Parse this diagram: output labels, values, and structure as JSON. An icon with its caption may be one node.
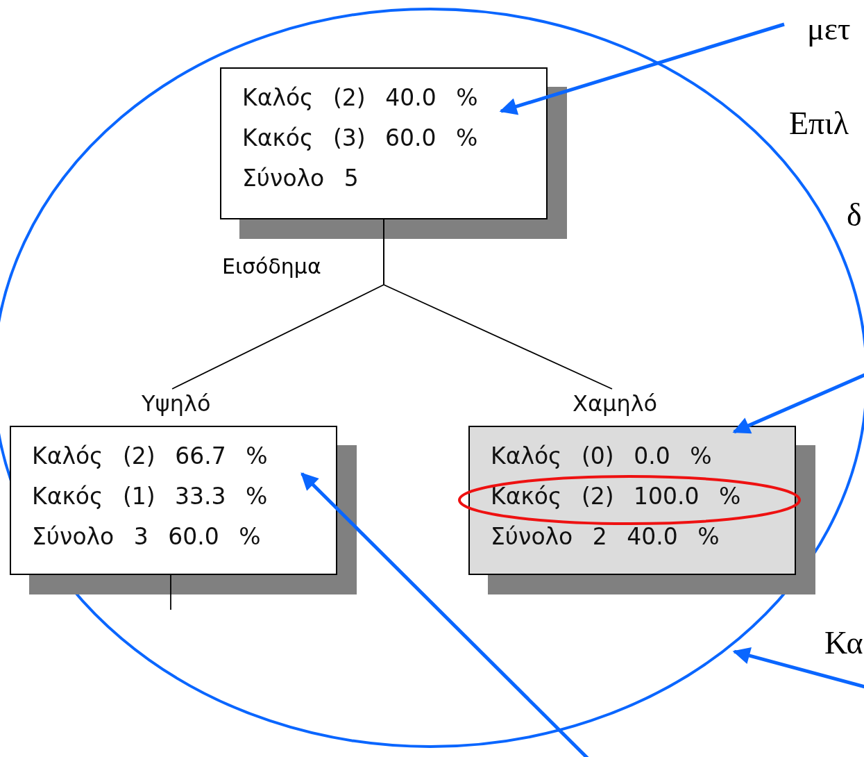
{
  "diagram": {
    "nodes": [
      {
        "text": [],
        "shape": "ellipse"
      },
      {
        "text": [
          "Καλός (2) 40.0 %",
          "Κακός (3) 60.0 %",
          "Σύνολο 5"
        ],
        "in": 0
      },
      {
        "text": [
          "Υψηλό",
          "Καλός (2) 66.7 %",
          "Κακός (1) 33.3 %",
          "Σύνολο 3 60.0 %"
        ],
        "in": 0
      },
      {
        "text": [
          "Χαμηλό",
          "Καλός (0) 0.0 %",
          "Κακός (2) 100.0 %",
          "Σύνολο 2 40.0 %"
        ],
        "in": 0
      }
    ],
    "edges": [
      {
        "from": 1,
        "to": 2,
        "arrow": "none",
        "color": "#000000"
      },
      {
        "from": 1,
        "to": 3,
        "arrow": "none",
        "color": "#000000"
      },
      {
        "from": 2,
        "to": null,
        "arrow": "none",
        "color": "#000000"
      },
      {
        "from": null,
        "to": 1,
        "arrow": "to"
      },
      {
        "from": null,
        "to": 3,
        "arrow": "to"
      },
      {
        "from": null,
        "to": 2,
        "arrow": "to"
      },
      {
        "from": null,
        "to": 0,
        "arrow": "to"
      }
    ],
    "labels": [
      "μετ",
      "Επιλ",
      "δ",
      "Εισόδημα",
      "Κα"
    ]
  }
}
